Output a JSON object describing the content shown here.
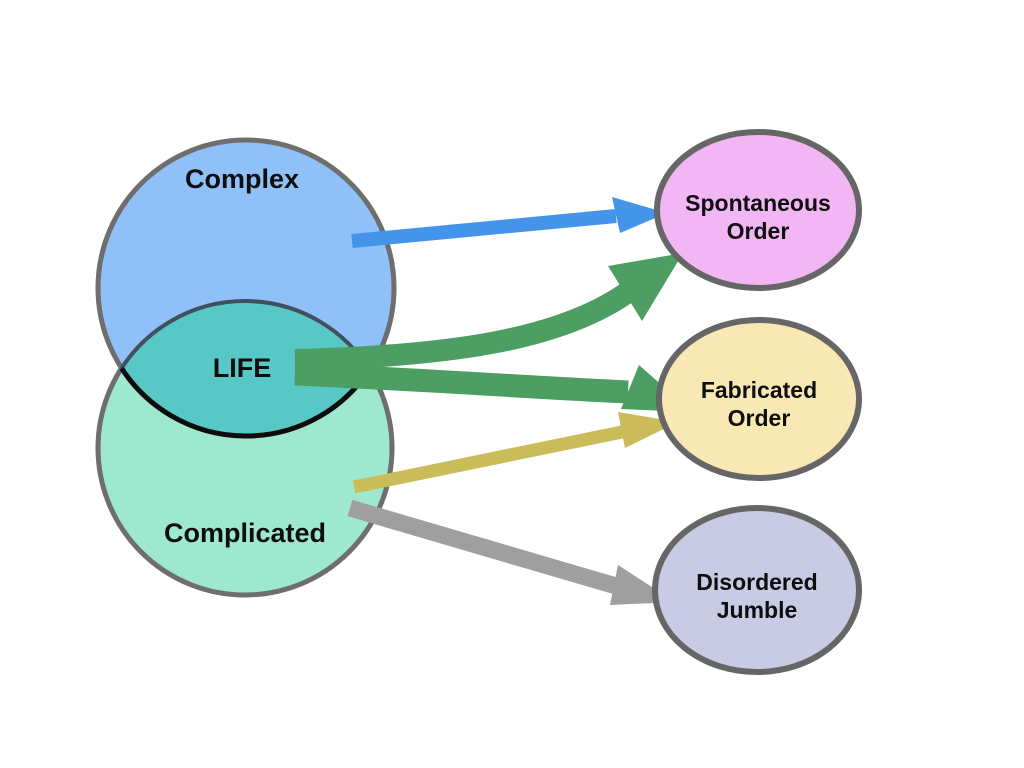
{
  "venn": {
    "complex": {
      "label": "Complex",
      "fill": "#8fc0f7"
    },
    "complicated": {
      "label": "Complicated",
      "fill": "#9ee8cf"
    },
    "life": {
      "label": "LIFE",
      "fill": "#58c8c6"
    }
  },
  "nodes": {
    "spontaneous": {
      "line1": "Spontaneous",
      "line2": "Order",
      "fill": "#f3b6f4"
    },
    "fabricated": {
      "line1": "Fabricated",
      "line2": "Order",
      "fill": "#f8e9b4"
    },
    "disordered": {
      "line1": "Disordered",
      "line2": "Jumble",
      "fill": "#c9cae4"
    }
  },
  "arrows": {
    "complex_to_spontaneous": {
      "from": "Complex",
      "to": "Spontaneous Order",
      "color": "#4495ea"
    },
    "life_to_spontaneous": {
      "from": "LIFE",
      "to": "Spontaneous Order",
      "color": "#4c9e62"
    },
    "life_to_fabricated": {
      "from": "LIFE",
      "to": "Fabricated Order",
      "color": "#4c9e62"
    },
    "complicated_to_fabricated": {
      "from": "Complicated",
      "to": "Fabricated Order",
      "color": "#cabd59"
    },
    "complicated_to_disordered": {
      "from": "Complicated",
      "to": "Disordered Jumble",
      "color": "#9f9f9f"
    }
  },
  "strokes": {
    "circle_outline": "#6e6e6e",
    "ellipse_outline": "#666666",
    "intersection_upper": "#41505e",
    "intersection_lower": "#0c0c0c"
  }
}
